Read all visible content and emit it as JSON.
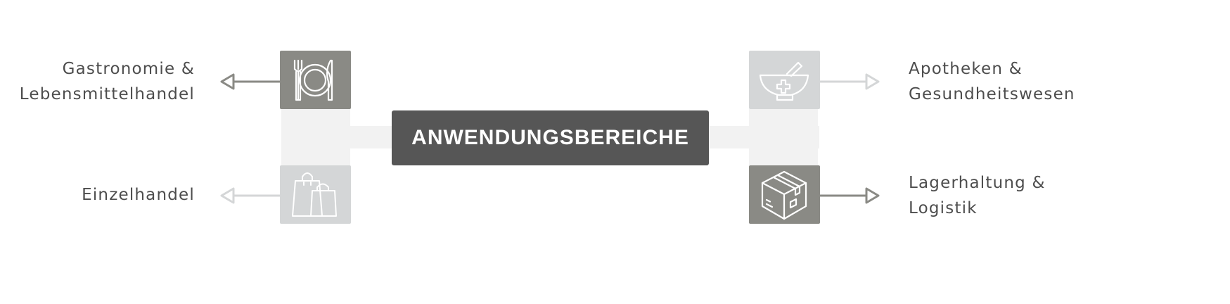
{
  "center": {
    "title": "ANWENDUNGSBEREICHE"
  },
  "areas": [
    {
      "line1": "Gastronomie &",
      "line2": "Lebensmittelhandel",
      "icon": "plate-cutlery-icon",
      "state": "active"
    },
    {
      "line1": "Einzelhandel",
      "line2": "",
      "icon": "shopping-bags-icon",
      "state": "inactive"
    },
    {
      "line1": "Apotheken &",
      "line2": "Gesundheitswesen",
      "icon": "mortar-pestle-icon",
      "state": "inactive"
    },
    {
      "line1": "Lagerhaltung &",
      "line2": "Logistik",
      "icon": "package-box-icon",
      "state": "active"
    }
  ],
  "colors": {
    "center": "#565656",
    "active": "#8a8a85",
    "inactive": "#d4d6d7",
    "connector": "#f2f2f2",
    "text": "#4d4d4d"
  }
}
